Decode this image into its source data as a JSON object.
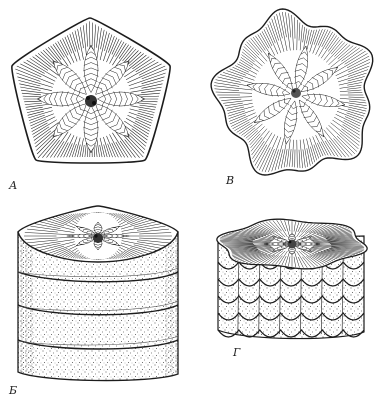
{
  "figure": {
    "panels": [
      {
        "label": "А",
        "view": "top",
        "outline": "pentagon-smooth",
        "septa_petals": 8
      },
      {
        "label": "В",
        "view": "top",
        "outline": "lobed-wavy",
        "septa_petals": 8
      },
      {
        "label": "Б",
        "view": "side-column",
        "outline": "pentagon-smooth",
        "growth_bands": 4
      },
      {
        "label": "Г",
        "view": "side-column",
        "outline": "lobed-wavy",
        "growth_bands": 5
      }
    ],
    "colors": {
      "ink": "#1c1c1c",
      "paper": "#ffffff",
      "stipple": "#444444"
    }
  }
}
